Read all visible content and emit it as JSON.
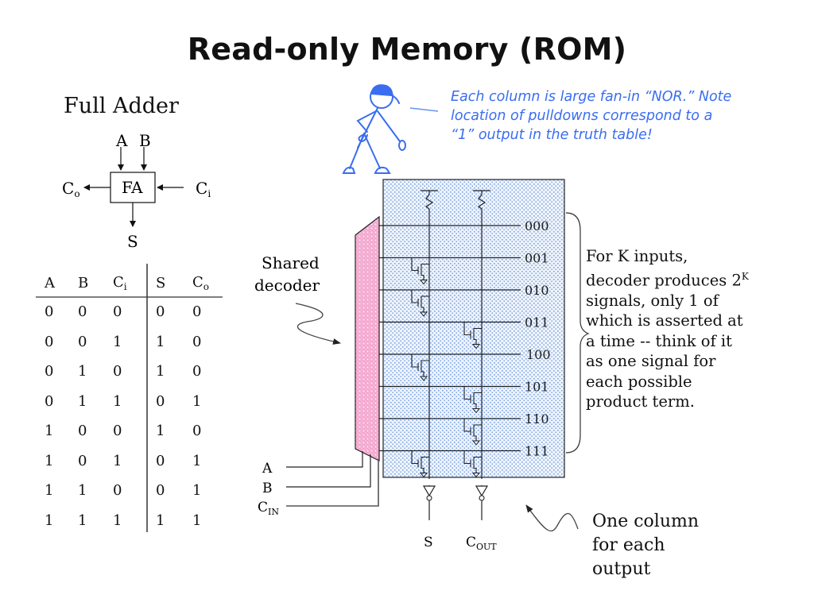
{
  "slide": {
    "title": "Read-only Memory (ROM)"
  },
  "full_adder": {
    "title": "Full Adder",
    "block_label": "FA",
    "input_a": "A",
    "input_b": "B",
    "carry_out": {
      "base": "C",
      "sub": "o"
    },
    "carry_in": {
      "base": "C",
      "sub": "i"
    },
    "sum": "S"
  },
  "truth_table": {
    "headers": [
      {
        "base": "A",
        "sub": ""
      },
      {
        "base": "B",
        "sub": ""
      },
      {
        "base": "C",
        "sub": "i"
      },
      {
        "base": "S",
        "sub": ""
      },
      {
        "base": "C",
        "sub": "o"
      }
    ],
    "rows": [
      [
        "0",
        "0",
        "0",
        "0",
        "0"
      ],
      [
        "0",
        "0",
        "1",
        "1",
        "0"
      ],
      [
        "0",
        "1",
        "0",
        "1",
        "0"
      ],
      [
        "0",
        "1",
        "1",
        "0",
        "1"
      ],
      [
        "1",
        "0",
        "0",
        "1",
        "0"
      ],
      [
        "1",
        "0",
        "1",
        "0",
        "1"
      ],
      [
        "1",
        "1",
        "0",
        "0",
        "1"
      ],
      [
        "1",
        "1",
        "1",
        "1",
        "1"
      ]
    ]
  },
  "callout": {
    "lines": [
      "Each column is large fan-in “NOR.” Note",
      "location of pulldowns correspond to a",
      "“1” output in the truth table!"
    ],
    "color": "#3a6df0"
  },
  "rom": {
    "decoder_label_lines": [
      "Shared",
      "decoder"
    ],
    "word_lines": [
      "000",
      "001",
      "010",
      "011",
      "100",
      "101",
      "110",
      "111"
    ],
    "columns": [
      "S",
      "C_OUT"
    ],
    "pulldowns": {
      "S": [
        false,
        true,
        true,
        false,
        true,
        false,
        false,
        true
      ],
      "C_OUT": [
        false,
        false,
        false,
        true,
        false,
        true,
        true,
        true
      ]
    },
    "inputs": [
      {
        "base": "A",
        "sub": ""
      },
      {
        "base": "B",
        "sub": ""
      },
      {
        "base": "C",
        "sub": "IN"
      }
    ],
    "outputs": [
      {
        "base": "S",
        "sub": ""
      },
      {
        "base": "C",
        "sub": "OUT"
      }
    ],
    "array_fill_color": "#7ba4e0",
    "decoder_fill_color": "#f4a6cf"
  },
  "annotations": {
    "decoder_note_lines": [
      "For K inputs,",
      "decoder produces 2",
      "signals, only 1 of",
      "which is asserted at",
      "a time -- think of it",
      "as one signal for",
      "each possible",
      "product term."
    ],
    "decoder_note_superscript": "K",
    "output_note_lines": [
      "One column",
      "for each",
      "output"
    ]
  }
}
